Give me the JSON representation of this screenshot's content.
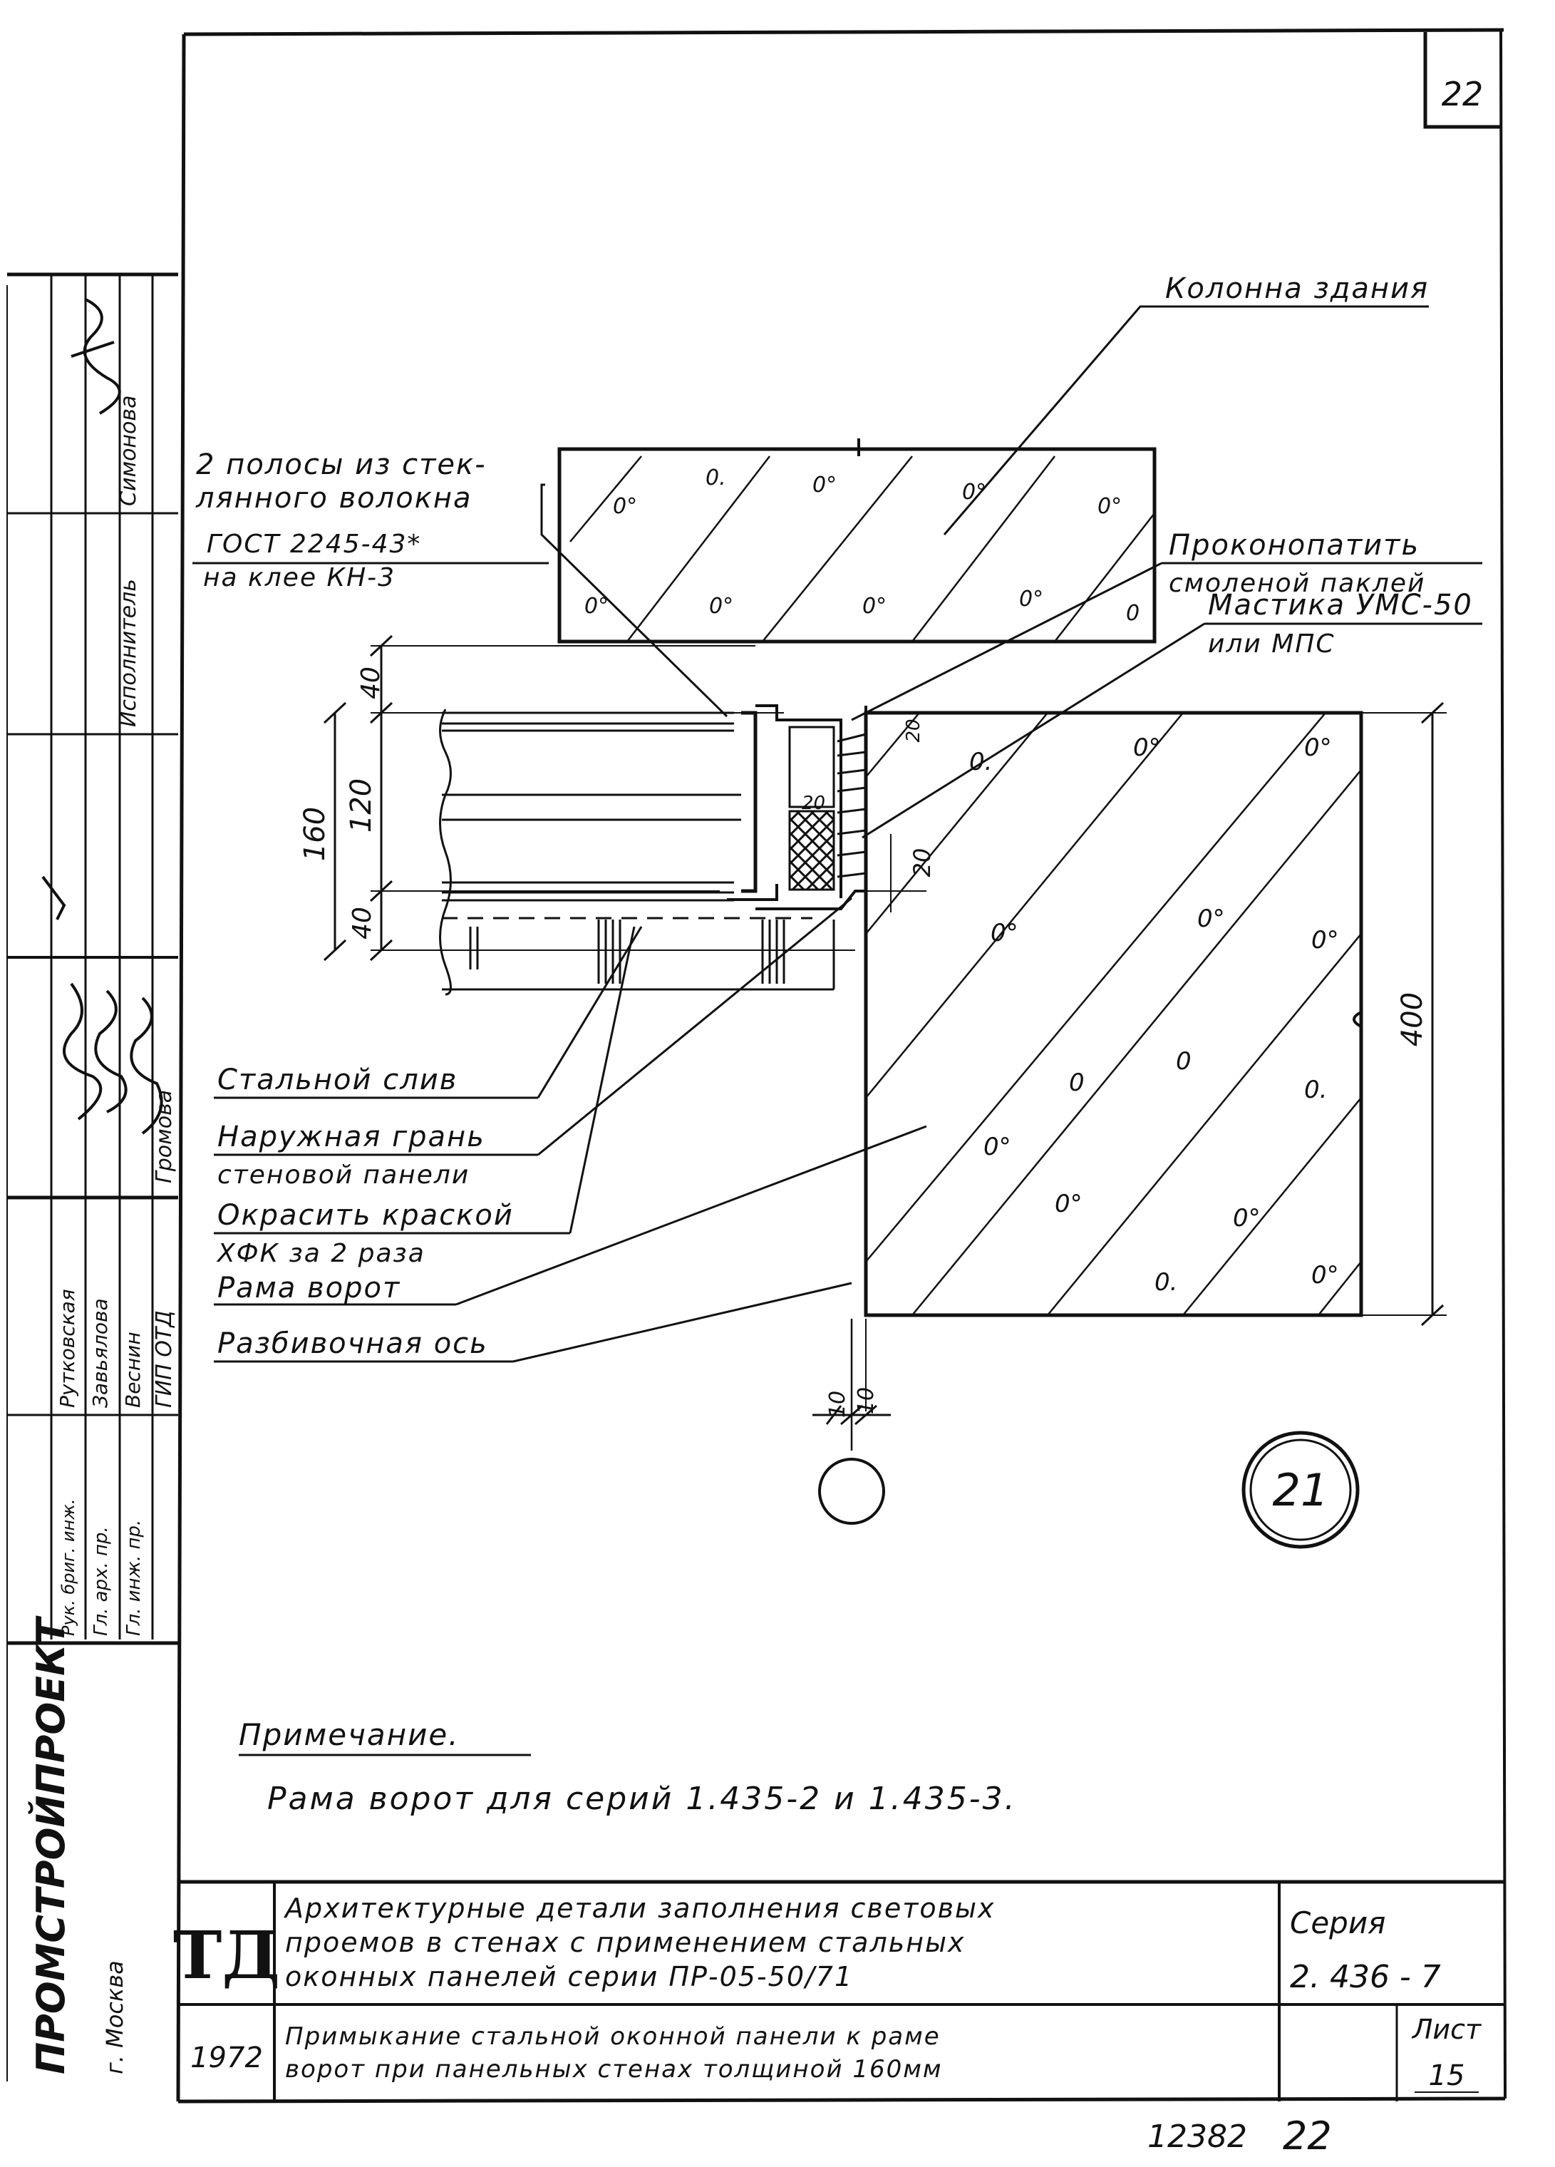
{
  "sheet": {
    "page_number": "22",
    "sheet_label": "Лист",
    "sheet_number": "15",
    "series_label": "Серия",
    "series_number": "2. 436 - 7",
    "year": "1972",
    "td_mark": "ТД",
    "title_main_lines": [
      "Архитектурные детали заполнения световых",
      "проемов в стенах с применением стальных",
      "оконных панелей серии ПР-05-50/71"
    ],
    "title_sub_lines": [
      "Примыкание стальной оконной панели к раме",
      "ворот при панельных стенах толщиной 160мм"
    ],
    "archive_number": "12382",
    "archive_sheet": "22"
  },
  "organization": {
    "name": "ПРОМСТРОЙПРОЕКТ",
    "city": "г. Москва"
  },
  "stamp": {
    "role_headers": [
      "ГИП ОТД",
      "Исполнитель"
    ],
    "rows": [
      {
        "role": "Гл. инж. пр.",
        "name": "Веснин"
      },
      {
        "role": "Гл. арх. пр.",
        "name": "Завьялова"
      },
      {
        "role": "Рук. бриг. инж.",
        "name": "Рутковская"
      }
    ],
    "executor": "Симонова",
    "header_name": "Громова"
  },
  "callouts": {
    "column": "Колонна здания",
    "strips_line1": "2 полосы из стек-",
    "strips_line2": "лянного волокна",
    "strips_line3": "ГОСТ 2245-43*",
    "strips_line4": "на клее КН-3",
    "caulk_line1": "Проконопатить",
    "caulk_line2": "смоленой паклей",
    "mastic_line1": "Мастика УМС-50",
    "mastic_line2": "или МПС",
    "steel_drip": "Стальной слив",
    "outer_face_line1": "Наружная грань",
    "outer_face_line2": "стеновой панели",
    "paint_line1": "Окрасить краской",
    "paint_line2": "ХФК за 2 раза",
    "gate_frame": "Рама ворот",
    "axis": "Разбивочная ось"
  },
  "dimensions": {
    "d_40_top": "40",
    "d_120": "120",
    "d_160": "160",
    "d_40_bottom": "40",
    "d_400": "400",
    "d_20_gap": "20",
    "d_20_upper": "20",
    "d_20_joint": "20",
    "d_10_left": "10",
    "d_10_right": "10"
  },
  "node_number": "21",
  "note": {
    "heading": "Примечание.",
    "text": "Рама ворот для серий 1.435-2 и 1.435-3."
  }
}
